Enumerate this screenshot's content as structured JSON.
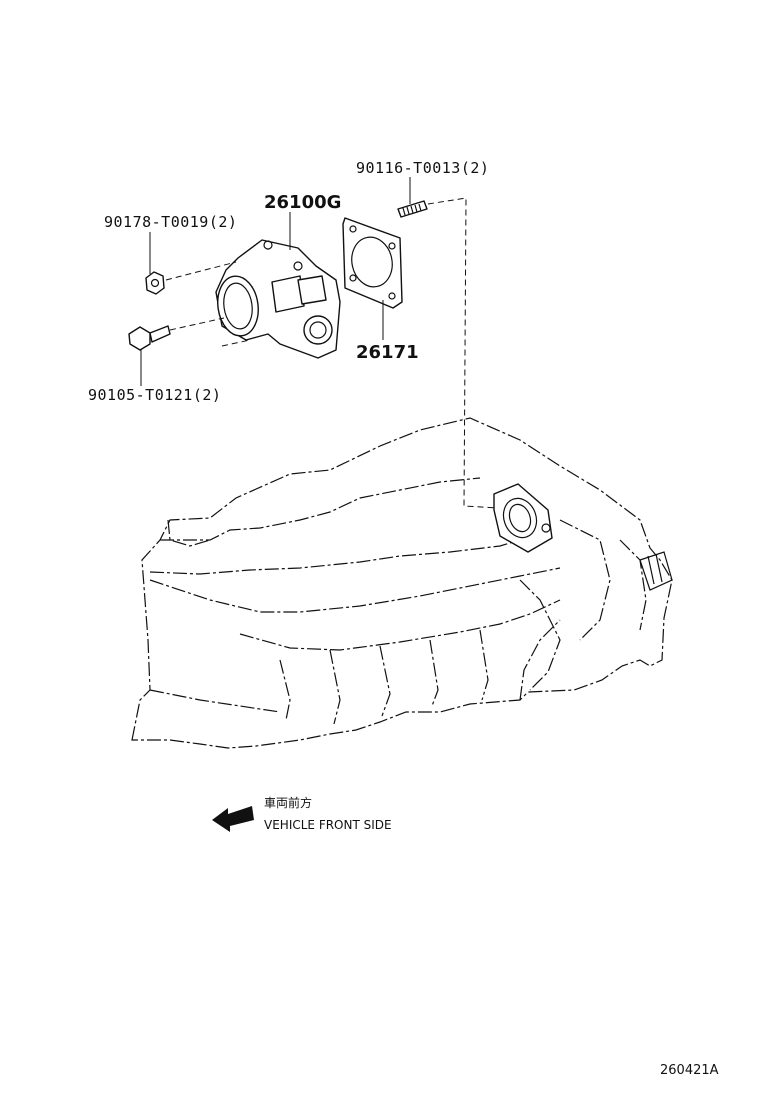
{
  "callouts": {
    "stud_bolt": "90116-T0013(2)",
    "nut": "90178-T0019(2)",
    "throttle_body": "26100G",
    "gasket": "26171",
    "bolt": "90105-T0121(2)"
  },
  "direction_note": {
    "japanese": "車両前方",
    "english": "VEHICLE FRONT SIDE"
  },
  "figure_ref": "260421A"
}
